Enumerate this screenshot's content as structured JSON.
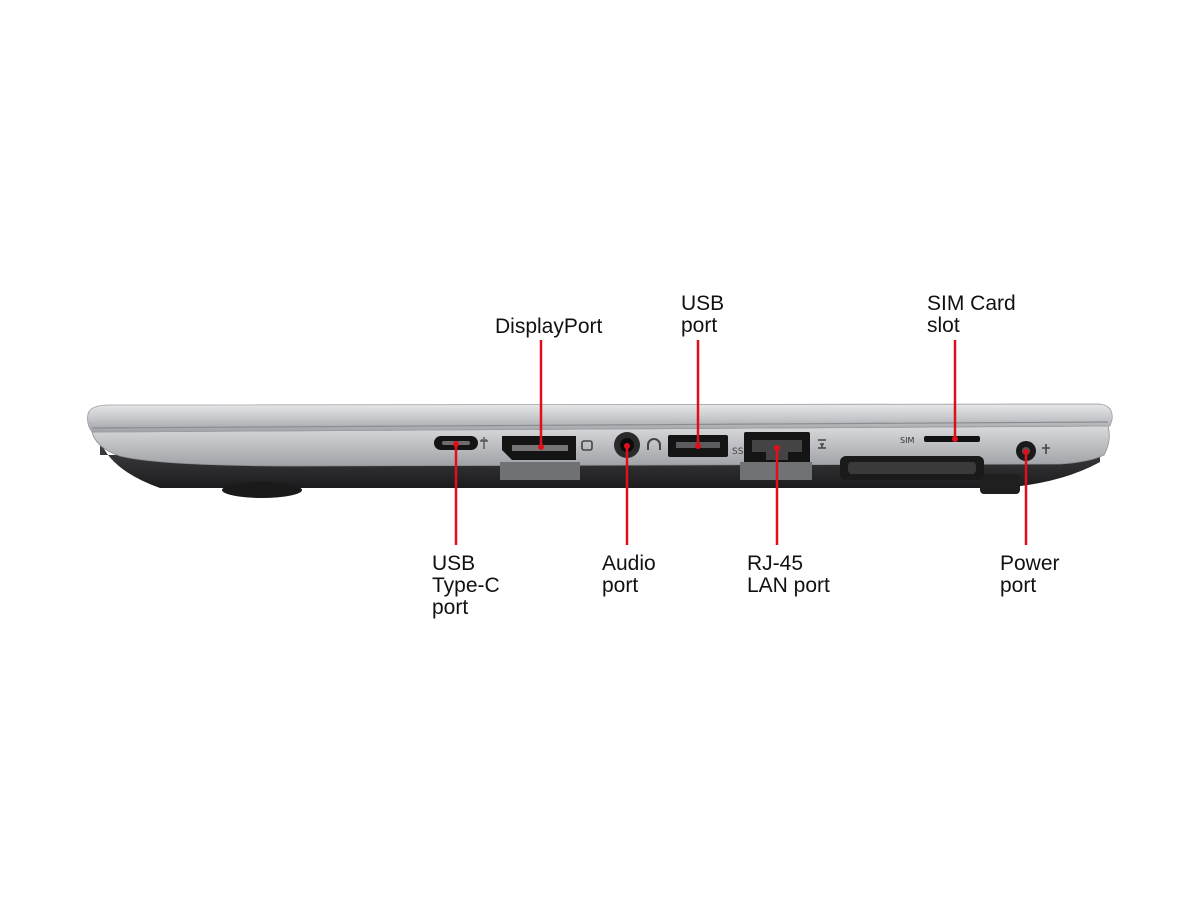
{
  "colors": {
    "callout_line": "#e0101a",
    "lid": "#c9cacc",
    "body": "#b8babd",
    "base": "#2a2a2c",
    "port": "#161616",
    "label_text": "#111111"
  },
  "callouts": [
    {
      "id": "usb-type-c",
      "lines": [
        "USB",
        "Type-C",
        "port"
      ],
      "icon": "usb-c-port-icon"
    },
    {
      "id": "displayport",
      "lines": [
        "DisplayPort"
      ],
      "icon": "displayport-icon"
    },
    {
      "id": "audio",
      "lines": [
        "Audio",
        "port"
      ],
      "icon": "headphone-jack-icon"
    },
    {
      "id": "usb",
      "lines": [
        "USB",
        "port"
      ],
      "icon": "usb-a-port-icon"
    },
    {
      "id": "rj45",
      "lines": [
        "RJ-45",
        "LAN port"
      ],
      "icon": "ethernet-port-icon"
    },
    {
      "id": "sim",
      "lines": [
        "SIM Card",
        "slot"
      ],
      "icon": "sim-slot-icon"
    },
    {
      "id": "power",
      "lines": [
        "Power",
        "port"
      ],
      "icon": "power-jack-icon"
    }
  ],
  "port_marks": {
    "sim": "SIM"
  }
}
